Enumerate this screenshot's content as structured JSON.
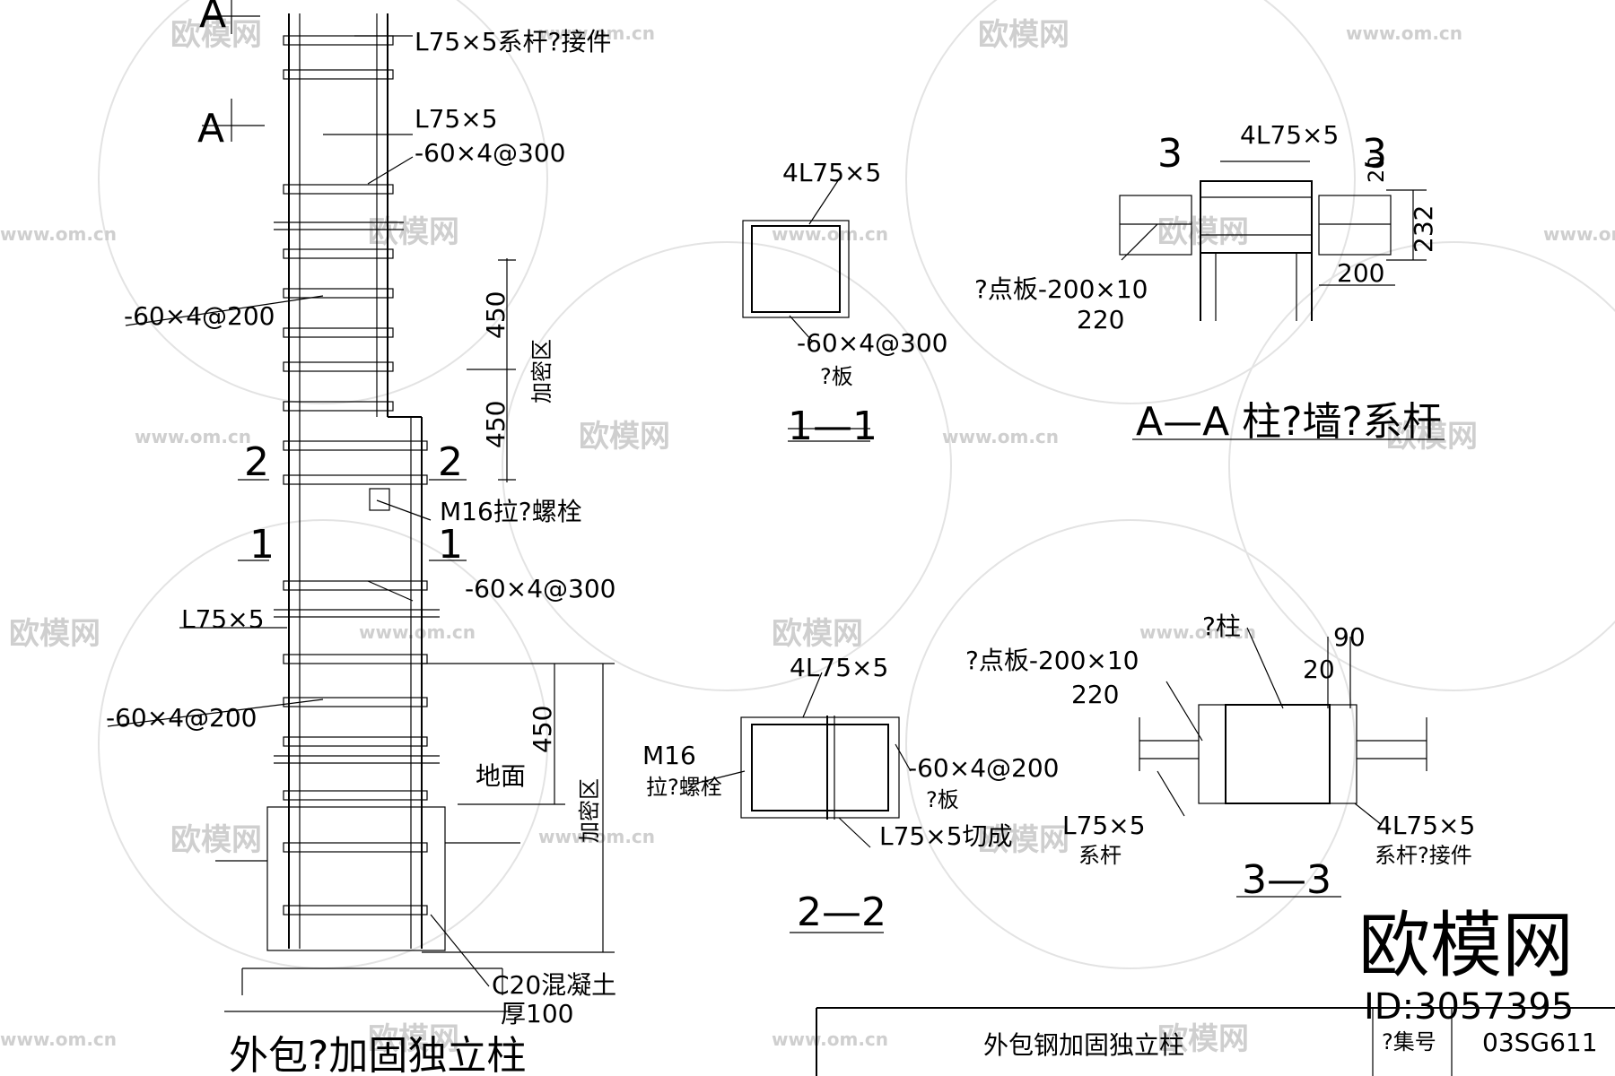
{
  "labels": {
    "a_top": "A",
    "a_mid": "A",
    "l75_bracing": "L75×5系杆?接件",
    "l75": "L75×5",
    "plate_300_top": "-60×4@300",
    "plate_200_upper": "-60×4@200",
    "dim_450_a": "450",
    "dim_450_b": "450",
    "dense_zone_top": "加密区",
    "sec2_left": "2",
    "sec2_right": "2",
    "m16_bolt": "M16拉?螺栓",
    "sec1_left": "1",
    "sec1_right": "1",
    "plate_300_mid": "-60×4@300",
    "l75_left": "L75×5",
    "plate_200_lower": "-60×4@200",
    "dim_450_c": "450",
    "ground": "地面",
    "dense_zone_bottom": "加密区",
    "c20": "C20混凝土",
    "thickness": "厚100",
    "elev_title": "外包?加固独立柱"
  },
  "s11": {
    "angle": "4L75×5",
    "plate": "-60×4@300",
    "plate_name": "?板",
    "title": "1—1"
  },
  "saa": {
    "mark_left": "3",
    "mark_right": "3",
    "angle": "4L75×5",
    "dim_20": "20",
    "dim_232": "232",
    "dim_200": "200",
    "gusset": "?点板-200×10",
    "gusset_len": "220",
    "title": "A—A  柱?墙?系杆"
  },
  "s22": {
    "angle": "4L75×5",
    "bolt": "M16",
    "bolt_name": "拉?螺栓",
    "plate": "-60×4@200",
    "plate_name": "?板",
    "cut_angle": "L75×5切成",
    "title": "2—2"
  },
  "s33": {
    "column": "?柱",
    "dim_90": "90",
    "dim_20": "20",
    "gusset": "?点板-200×10",
    "gusset_len": "220",
    "brace": "L75×5",
    "brace_name": "系杆",
    "angle": "4L75×5",
    "angle_name": "系杆?接件",
    "title": "3—3"
  },
  "titleblock": {
    "title": "外包钢加固独立柱",
    "atlas_label": "?集号",
    "atlas_no": "03SG611"
  },
  "watermark": {
    "brand": "欧模网",
    "url": "www.om.cn",
    "big_brand": "欧模网",
    "id": "ID:3057395"
  }
}
